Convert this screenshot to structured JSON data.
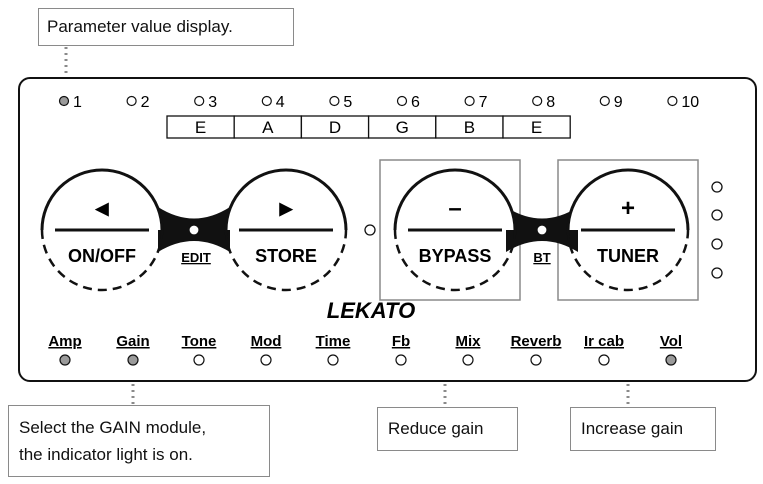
{
  "callouts": {
    "parameter_display": "Parameter value display.",
    "gain_select_line1": "Select the GAIN module,",
    "gain_select_line2": "the indicator light is on.",
    "reduce_gain": "Reduce gain",
    "increase_gain": "Increase gain"
  },
  "presets": [
    "1",
    "2",
    "3",
    "4",
    "5",
    "6",
    "7",
    "8",
    "9",
    "10"
  ],
  "active_preset_index": 0,
  "strings": [
    "E",
    "A",
    "D",
    "G",
    "B",
    "E"
  ],
  "footswitches": {
    "left_arrow": "◀",
    "right_arrow": "▶",
    "minus": "–",
    "plus": "+",
    "on_off": "ON/OFF",
    "store": "STORE",
    "bypass": "BYPASS",
    "tuner": "TUNER"
  },
  "small_labels": {
    "edit": "EDIT",
    "bt": "BT"
  },
  "brand": "LEKATO",
  "modules": [
    {
      "label": "Amp",
      "lit": true
    },
    {
      "label": "Gain",
      "lit": true
    },
    {
      "label": "Tone",
      "lit": false
    },
    {
      "label": "Mod",
      "lit": false
    },
    {
      "label": "Time",
      "lit": false
    },
    {
      "label": "Fb",
      "lit": false
    },
    {
      "label": "Mix",
      "lit": false
    },
    {
      "label": "Reverb",
      "lit": false
    },
    {
      "label": "Ir cab",
      "lit": false
    },
    {
      "label": "Vol",
      "lit": true
    }
  ],
  "colors": {
    "lit_led": "#9a9a9a",
    "panel_border": "#111111",
    "callout_border": "#8a8a8a",
    "leader": "#8a8a8a"
  }
}
